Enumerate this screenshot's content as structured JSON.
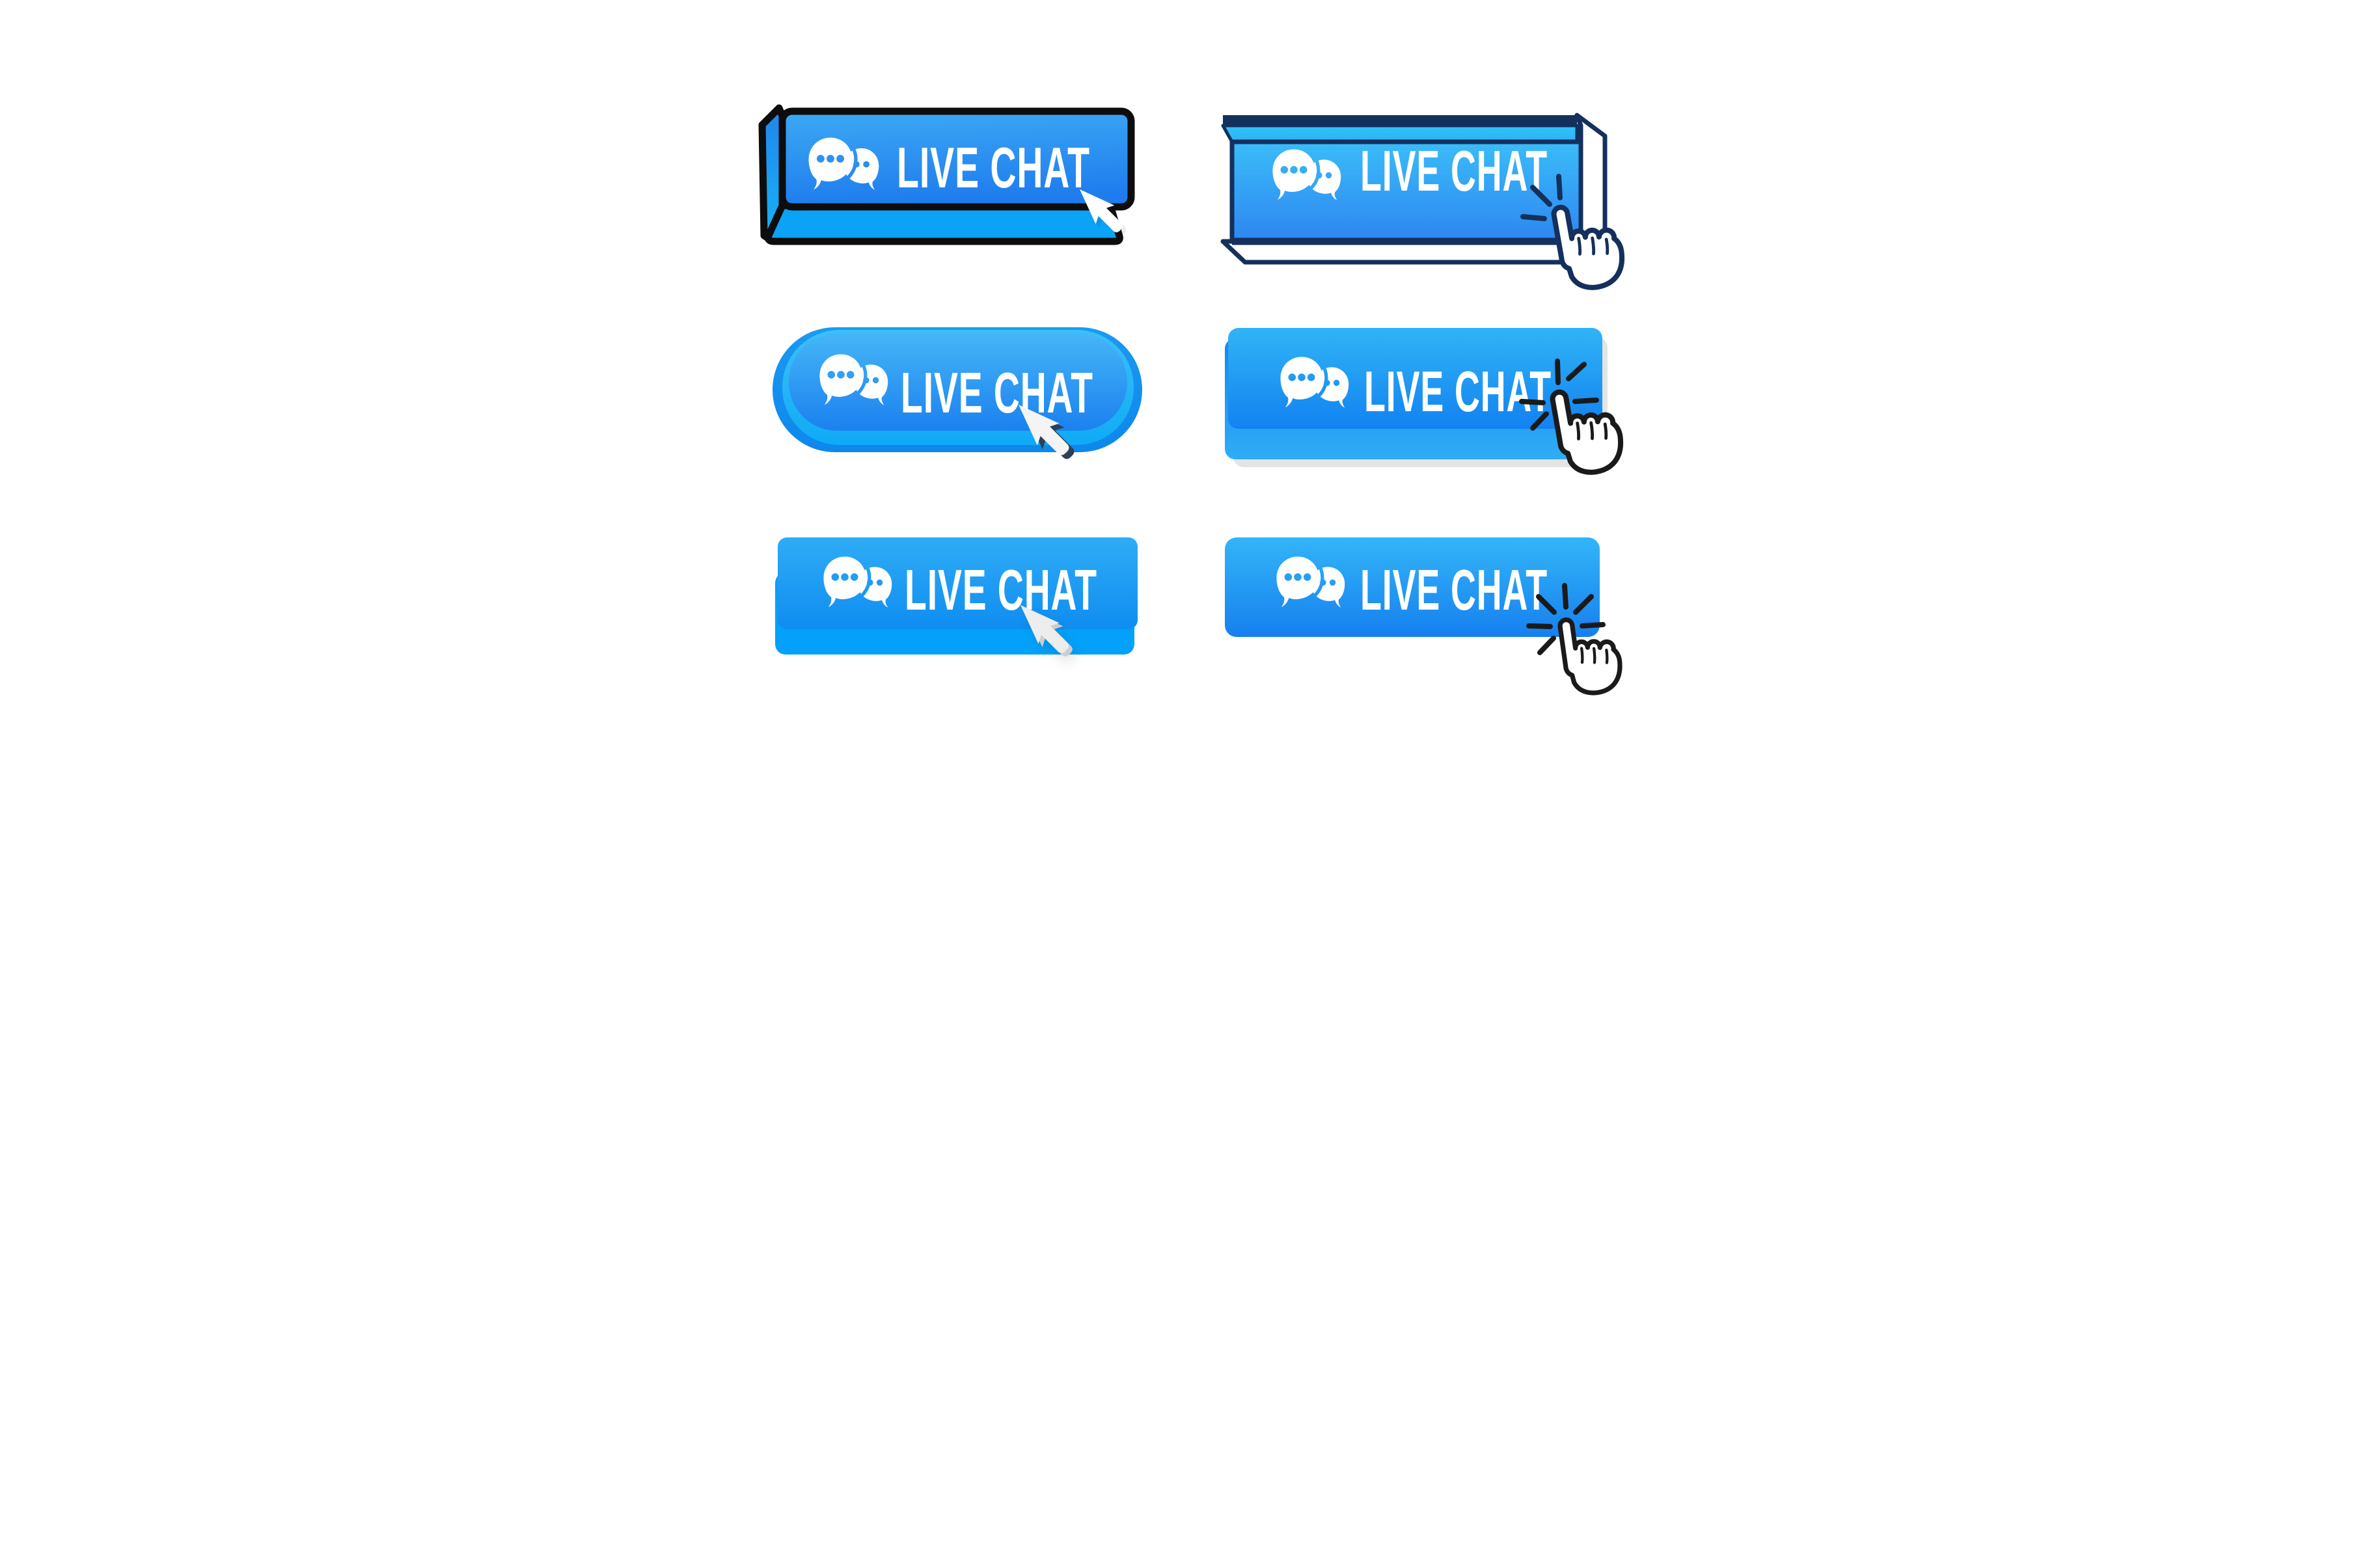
{
  "page": {
    "background": "#ffffff",
    "description": "Set of six LIVE CHAT buttons with chat-bubbles icon and cursor pointers"
  },
  "buttons": [
    {
      "label": "LIVE CHAT",
      "style": "3d-keycap-black-outline",
      "icon": "chat-bubbles-icon",
      "cursor": "white-arrow-cursor"
    },
    {
      "label": "LIVE CHAT",
      "style": "3d-wireframe-navy-box",
      "icon": "chat-bubbles-icon",
      "cursor": "navy-hand-pointer",
      "click_effect": "click-rays"
    },
    {
      "label": "LIVE CHAT",
      "style": "glossy-rounded-pill",
      "icon": "chat-bubbles-icon",
      "cursor": "navy-3d-arrow-cursor"
    },
    {
      "label": "LIVE CHAT",
      "style": "layered-with-gray-shadow",
      "icon": "chat-bubbles-icon",
      "cursor": "black-hand-pointer",
      "click_effect": "click-rays"
    },
    {
      "label": "LIVE CHAT",
      "style": "flat-with-bottom-lip",
      "icon": "chat-bubbles-icon",
      "cursor": "gray-3d-arrow-cursor"
    },
    {
      "label": "LIVE CHAT",
      "style": "flat-rounded-rect",
      "icon": "chat-bubbles-icon",
      "cursor": "black-hand-pointer",
      "click_effect": "click-rays"
    }
  ],
  "colors": {
    "accent_blue_light": "#3DB9F8",
    "accent_blue_deep": "#1B7CEE",
    "azure_bright": "#0BA3F6",
    "cyan_band": "#12AFF7",
    "outline_black": "#0D0D0D",
    "outline_navy": "#14305C",
    "hand_outline_black": "#1A1A1A",
    "shadow_gray": "#E4E4E4",
    "text_white": "#FFFFFF"
  }
}
